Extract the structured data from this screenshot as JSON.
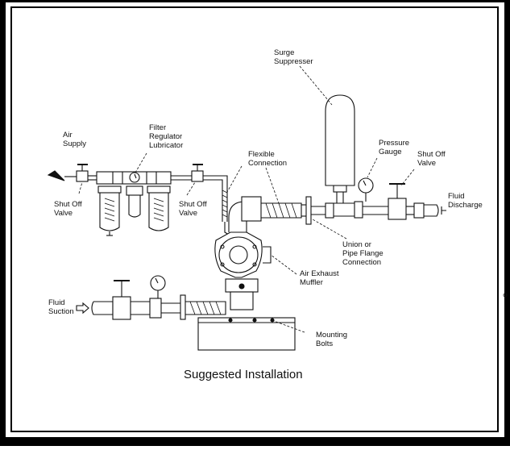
{
  "labels": {
    "air_supply": "Air\nSupply",
    "filter_regulator": "Filter\nRegulator\nLubricator",
    "shut_off_valve_left": "Shut Off\nValve",
    "shut_off_valve_mid": "Shut Off\nValve",
    "flexible_connection": "Flexible\nConnection",
    "surge_suppresser": "Surge\nSuppresser",
    "pressure_gauge": "Pressure\nGauge",
    "shut_off_valve_right": "Shut Off\nValve",
    "fluid_discharge": "Fluid\nDischarge",
    "union_flange": "Union or\nPipe Flange\nConnection",
    "air_exhaust": "Air Exhaust\nMuffler",
    "fluid_suction": "Fluid\nSuction",
    "mounting_bolts": "Mounting\nBolts"
  },
  "caption": "Suggested Installation"
}
